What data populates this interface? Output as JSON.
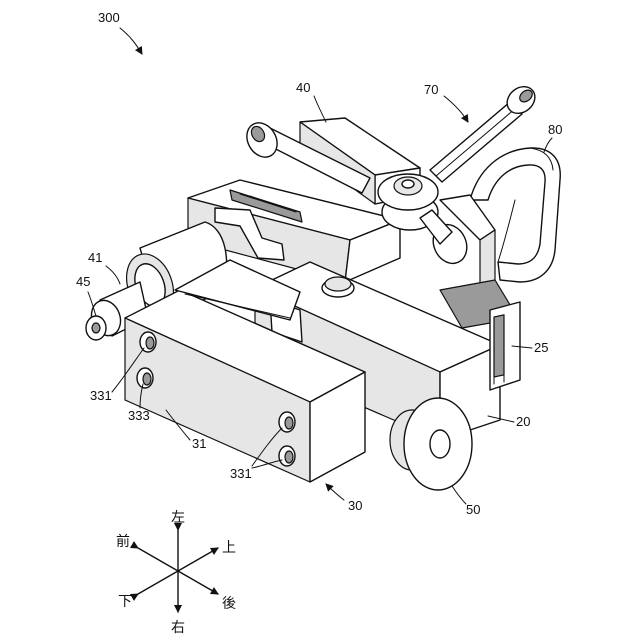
{
  "labels": {
    "assembly": "300",
    "upper_cover": "40",
    "lever": "70",
    "handle": "80",
    "front_cylinder": "41",
    "front_tip": "45",
    "battery": "25",
    "body": "20",
    "hole_left": "331",
    "hole_left_lower": "333",
    "clamp_block": "31",
    "hole_right": "331",
    "base_unit": "30",
    "knob": "50"
  },
  "directions": {
    "left": "左",
    "front": "前",
    "up": "上",
    "down": "下",
    "rear": "後",
    "right": "右"
  }
}
